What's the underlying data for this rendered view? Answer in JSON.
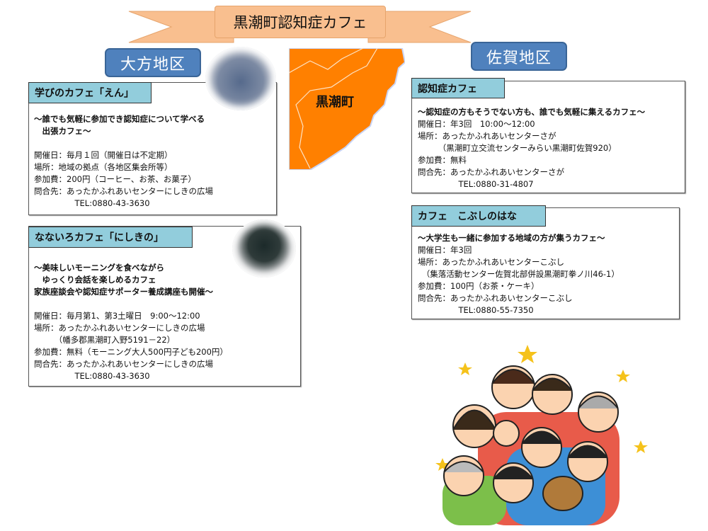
{
  "title": "黒潮町認知症カフェ",
  "districts": {
    "left": "大方地区",
    "right": "佐賀地区"
  },
  "map": {
    "label": "黒潮町",
    "color": "#ff8000"
  },
  "colors": {
    "tab": "#92cddc",
    "district": "#4f81bd",
    "banner": "#f9bf8f"
  },
  "cards": [
    {
      "name": "学びのカフェ「えん」",
      "tagline": [
        "～誰でも気軽に参加でき認知症について学べる",
        "　出張カフェ～"
      ],
      "lines": [
        "開催日：毎月１回（開催日は不定期）",
        "場所：地域の拠点（各地区集会所等）",
        "参加費：200円（コーヒー、お茶、お菓子）",
        "問合先：あったかふれあいセンターにしきの広場",
        "　　　　　TEL:0880-43-3630"
      ]
    },
    {
      "name": "なないろカフェ「にしきの」",
      "tagline": [
        "～美味しいモーニングを食べながら",
        "　ゆっくり会話を楽しめるカフェ",
        "家族座談会や認知症サポーター養成講座も開催～"
      ],
      "lines": [
        "開催日：毎月第1、第3土曜日　9:00～12:00",
        "場所：あったかふれあいセンターにしきの広場",
        "　　　（幡多郡黒潮町入野5191－22）",
        "参加費：無料（モーニング大人500円子ども200円）",
        "問合先：あったかふれあいセンターにしきの広場",
        "　　　　　TEL:0880-43-3630"
      ]
    },
    {
      "name": "認知症カフェ",
      "tagline": [
        "～認知症の方もそうでない方も、誰でも気軽に集えるカフェ～"
      ],
      "lines": [
        "開催日：年3回　10:00～12:00",
        "場所：あったかふれあいセンターさが",
        "　　　（黒潮町立交流センターみらい黒潮町佐賀920）",
        "参加費：無料",
        "問合先：あったかふれあいセンターさが",
        "　　　　　TEL:0880-31-4807"
      ]
    },
    {
      "name": "カフェ　こぶしのはな",
      "tagline": [
        "～大学生も一緒に参加する地域の方が集うカフェ～"
      ],
      "lines": [
        "開催日：年3回",
        "場所：あったかふれあいセンターこぶし",
        "　（集落活動センター佐賀北部併設黒潮町拳ノ川46-1）",
        "参加費：100円（お茶・ケーキ）",
        "問合先：あったかふれあいセンターこぶし",
        "　　　　　TEL:0880-55-7350"
      ]
    }
  ]
}
